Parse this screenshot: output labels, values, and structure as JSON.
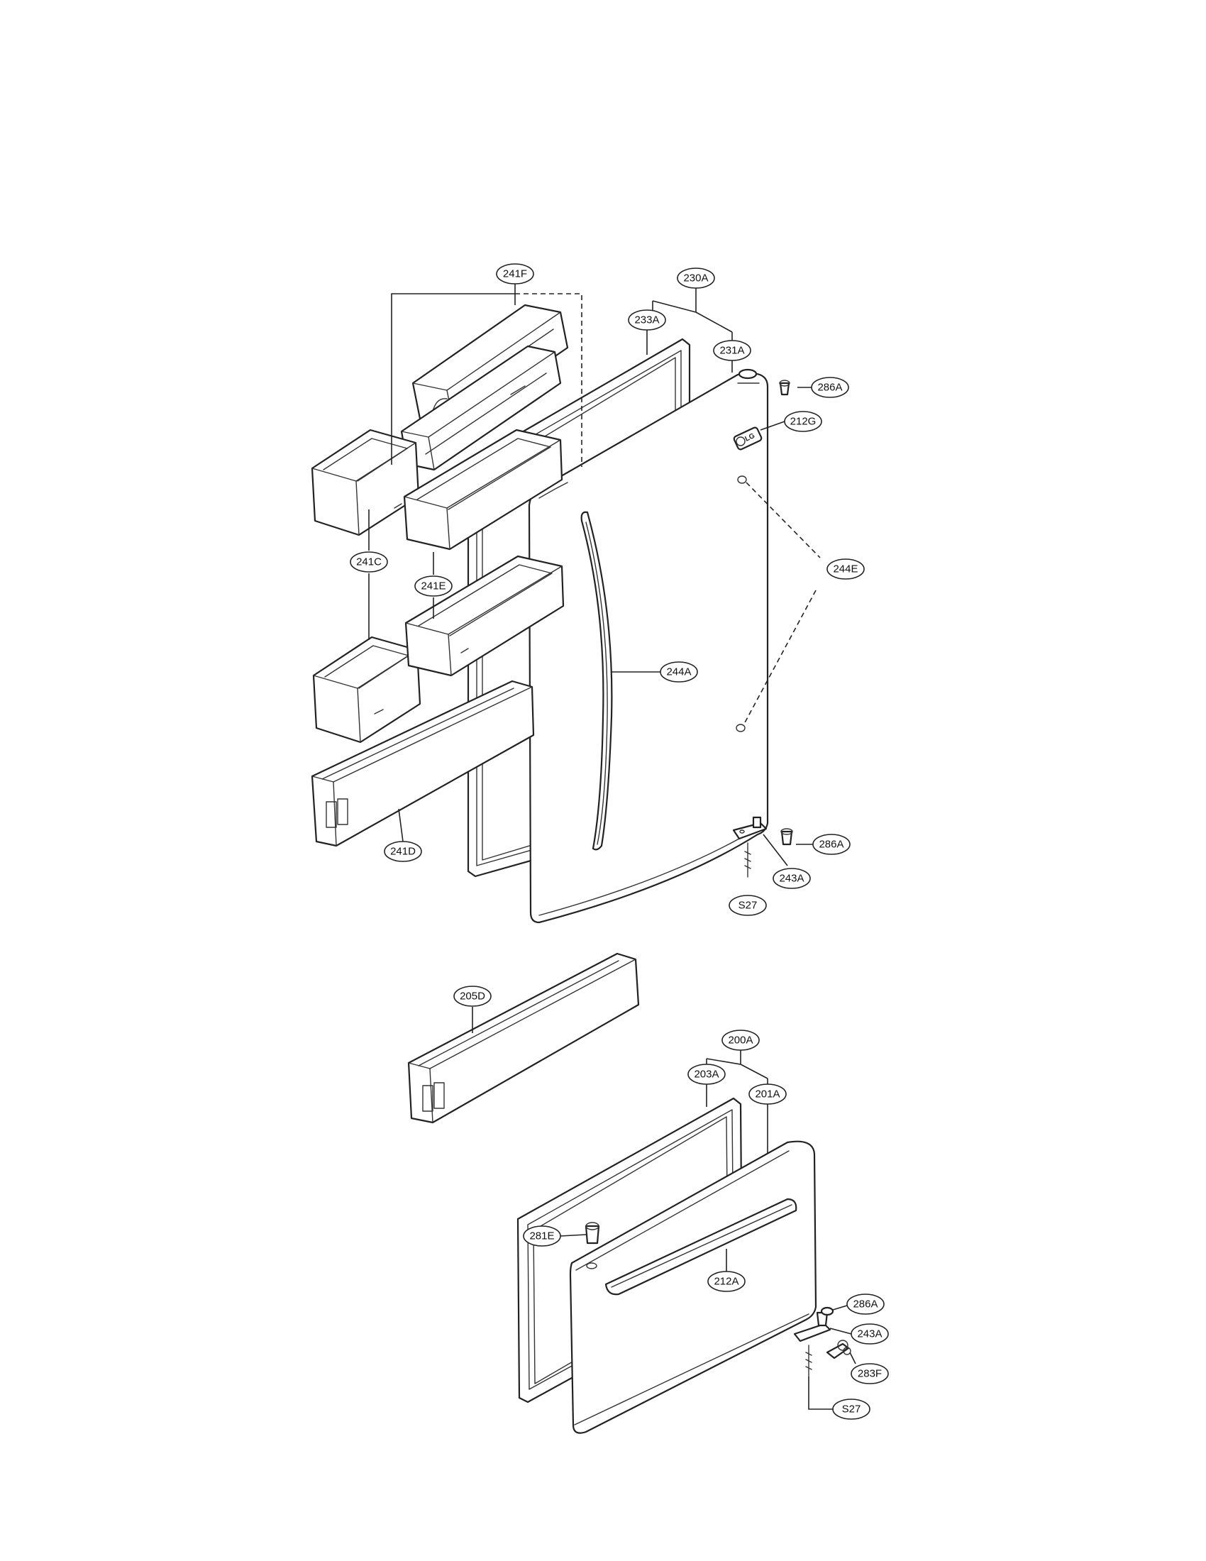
{
  "callouts": [
    {
      "id": "241F",
      "label": "241F"
    },
    {
      "id": "230A",
      "label": "230A"
    },
    {
      "id": "233A",
      "label": "233A"
    },
    {
      "id": "231A",
      "label": "231A"
    },
    {
      "id": "286A-top",
      "label": "286A"
    },
    {
      "id": "212G",
      "label": "212G"
    },
    {
      "id": "241C",
      "label": "241C"
    },
    {
      "id": "241E",
      "label": "241E"
    },
    {
      "id": "244E",
      "label": "244E"
    },
    {
      "id": "244A",
      "label": "244A"
    },
    {
      "id": "241D",
      "label": "241D"
    },
    {
      "id": "286A-mid",
      "label": "286A"
    },
    {
      "id": "243A-mid",
      "label": "243A"
    },
    {
      "id": "S27-mid",
      "label": "S27"
    },
    {
      "id": "205D",
      "label": "205D"
    },
    {
      "id": "200A",
      "label": "200A"
    },
    {
      "id": "203A",
      "label": "203A"
    },
    {
      "id": "201A",
      "label": "201A"
    },
    {
      "id": "281E",
      "label": "281E"
    },
    {
      "id": "212A",
      "label": "212A"
    },
    {
      "id": "286A-bot",
      "label": "286A"
    },
    {
      "id": "243A-bot",
      "label": "243A"
    },
    {
      "id": "283F",
      "label": "283F"
    },
    {
      "id": "S27-bot",
      "label": "S27"
    }
  ],
  "brand": {
    "logo_text": "LG"
  }
}
